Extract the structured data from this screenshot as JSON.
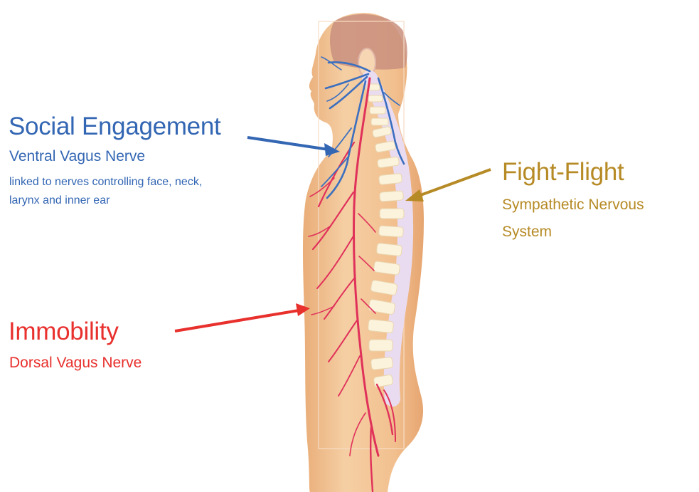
{
  "colors": {
    "social": "#3366b3",
    "fight": "#b68a25",
    "immobility": "#e8302d",
    "skin": "#f1be8c",
    "skin_light": "#f7d6b3",
    "skin_shadow": "#e6a877",
    "brain": "#c98f7e",
    "spine": "#fbf3dc",
    "spinal_canal": "#eadcf0"
  },
  "labels": {
    "social": {
      "title": "Social Engagement",
      "subtitle": "Ventral Vagus Nerve",
      "note_line1": "linked to nerves controlling face, neck,",
      "note_line2": "larynx and inner ear"
    },
    "fight": {
      "title": "Fight-Flight",
      "subtitle_line1": "Sympathetic Nervous",
      "subtitle_line2": "System"
    },
    "immobility": {
      "title": "Immobility",
      "subtitle": "Dorsal Vagus Nerve"
    }
  },
  "illustration": {
    "subject": "human-body-side-view",
    "icon": "nervous-system-illustration"
  }
}
